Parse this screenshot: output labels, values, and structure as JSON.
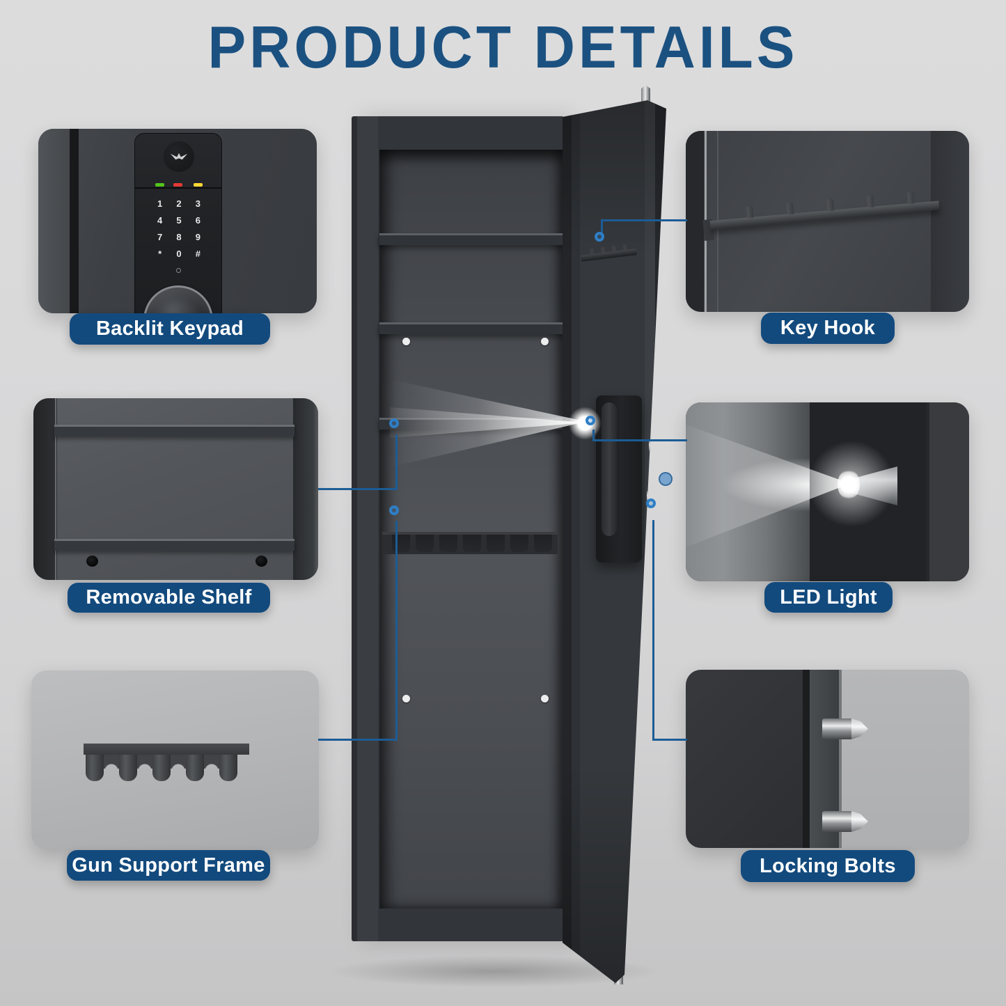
{
  "title": "PRODUCT DETAILS",
  "features": {
    "backlit_keypad": {
      "label": "Backlit Keypad"
    },
    "key_hook": {
      "label": "Key Hook"
    },
    "removable_shelf": {
      "label": "Removable Shelf"
    },
    "led_light": {
      "label": "LED Light"
    },
    "gun_support_frame": {
      "label": "Gun Support Frame"
    },
    "locking_bolts": {
      "label": "Locking Bolts"
    }
  },
  "keypad": {
    "keys": [
      "1",
      "2",
      "3",
      "4",
      "5",
      "6",
      "7",
      "8",
      "9",
      "*",
      "0",
      "#"
    ],
    "indicator_colors": [
      "#52c41a",
      "#e53935",
      "#fdd835"
    ]
  },
  "colors": {
    "title_text": "#1b5180",
    "label_background": "#134a7d",
    "label_text": "#ffffff",
    "annotation_dot": "#2e7ec5",
    "connector_line": "#1c5c95",
    "background": "#d6d6d7",
    "safe_body": "#323539"
  }
}
